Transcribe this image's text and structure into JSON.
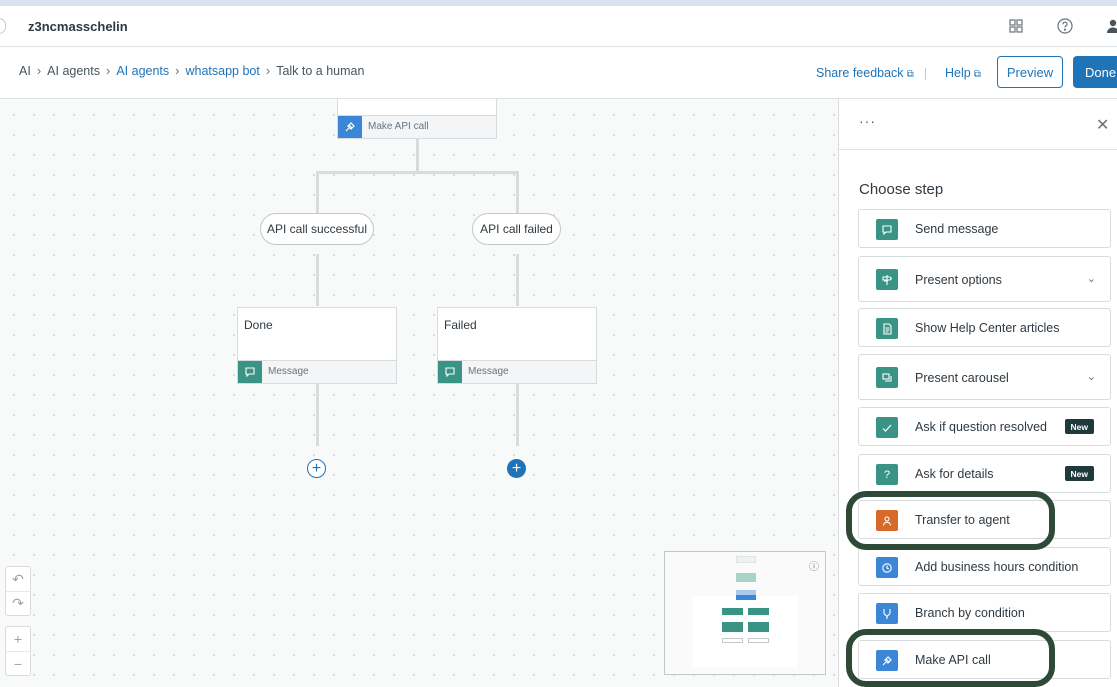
{
  "header": {
    "account_name": "z3ncmasschelin"
  },
  "breadcrumb": [
    {
      "label": "AI",
      "link": false
    },
    {
      "label": "AI agents",
      "link": false
    },
    {
      "label": "AI agents",
      "link": true
    },
    {
      "label": "whatsapp bot",
      "link": true
    },
    {
      "label": "Talk to a human",
      "link": false
    }
  ],
  "actions": {
    "share_feedback": "Share feedback",
    "help": "Help",
    "preview": "Preview",
    "done": "Done"
  },
  "flow": {
    "api_node": {
      "footer": "Make API call"
    },
    "branches": [
      {
        "label": "API call successful"
      },
      {
        "label": "API call failed"
      }
    ],
    "nodes": [
      {
        "title": "Done",
        "footer": "Message"
      },
      {
        "title": "Failed",
        "footer": "Message"
      }
    ]
  },
  "panel": {
    "title": "Choose step",
    "steps": [
      {
        "label": "Send message",
        "icon": "chat-bubble-icon",
        "color": "#3a9485",
        "chevron": false,
        "badge": ""
      },
      {
        "label": "Present options",
        "icon": "signpost-icon",
        "color": "#3a9485",
        "chevron": true,
        "badge": ""
      },
      {
        "label": "Show Help Center articles",
        "icon": "article-icon",
        "color": "#3a9485",
        "chevron": false,
        "badge": ""
      },
      {
        "label": "Present carousel",
        "icon": "carousel-icon",
        "color": "#3a9485",
        "chevron": true,
        "badge": ""
      },
      {
        "label": "Ask if question resolved",
        "icon": "check-icon",
        "color": "#3a9485",
        "chevron": false,
        "badge": "New"
      },
      {
        "label": "Ask for details",
        "icon": "question-icon",
        "color": "#3a9485",
        "chevron": false,
        "badge": "New"
      },
      {
        "label": "Transfer to agent",
        "icon": "person-icon",
        "color": "#d56a2b",
        "chevron": false,
        "badge": ""
      },
      {
        "label": "Add business hours condition",
        "icon": "clock-icon",
        "color": "#3b86d6",
        "chevron": false,
        "badge": ""
      },
      {
        "label": "Branch by condition",
        "icon": "branch-icon",
        "color": "#3b86d6",
        "chevron": false,
        "badge": ""
      },
      {
        "label": "Make API call",
        "icon": "plug-icon",
        "color": "#3b86d6",
        "chevron": false,
        "badge": ""
      }
    ]
  },
  "colors": {
    "primary": "#1f73b7",
    "message_green": "#3a9485",
    "api_blue": "#3b86d6",
    "highlight_ring": "#2e4a36"
  }
}
